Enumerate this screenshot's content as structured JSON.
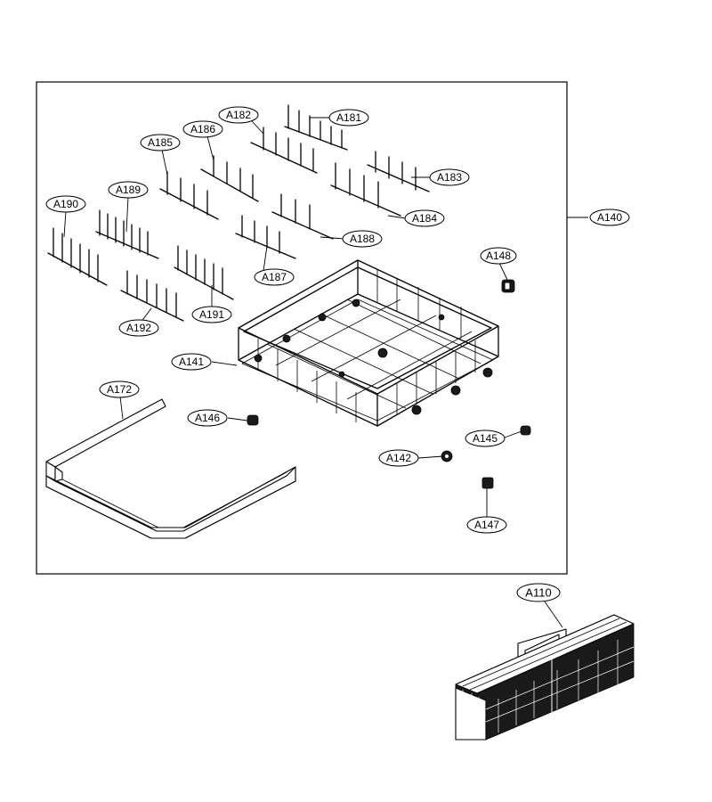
{
  "diagram": {
    "labels": {
      "A140": "A140",
      "A110": "A110",
      "A141": "A141",
      "A142": "A142",
      "A145": "A145",
      "A146": "A146",
      "A147": "A147",
      "A148": "A148",
      "A172": "A172",
      "A181": "A181",
      "A182": "A182",
      "A183": "A183",
      "A184": "A184",
      "A185": "A185",
      "A186": "A186",
      "A187": "A187",
      "A188": "A188",
      "A189": "A189",
      "A190": "A190",
      "A191": "A191",
      "A192": "A192"
    },
    "line_color": "#000000",
    "background": "#ffffff"
  }
}
